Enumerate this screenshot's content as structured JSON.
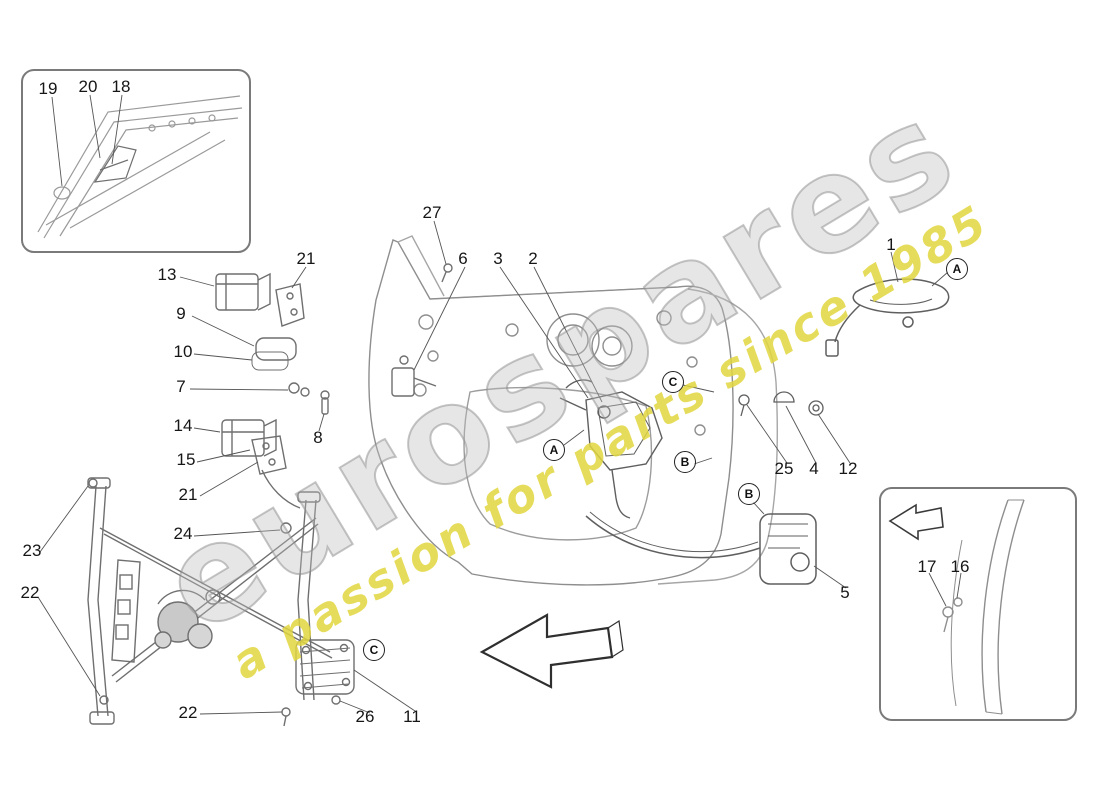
{
  "watermark": {
    "brand": "eurospares",
    "tagline": "a passion for parts since 1985",
    "brand_color": "#bebebe",
    "tagline_color": "#e2d63e"
  },
  "callouts": [
    {
      "label": "19"
    },
    {
      "label": "20"
    },
    {
      "label": "18"
    },
    {
      "label": "27"
    },
    {
      "label": "6"
    },
    {
      "label": "3"
    },
    {
      "label": "2"
    },
    {
      "label": "1"
    },
    {
      "label": "13"
    },
    {
      "label": "21"
    },
    {
      "label": "9"
    },
    {
      "label": "10"
    },
    {
      "label": "7"
    },
    {
      "label": "8"
    },
    {
      "label": "14"
    },
    {
      "label": "15"
    },
    {
      "label": "21"
    },
    {
      "label": "24"
    },
    {
      "label": "23"
    },
    {
      "label": "22"
    },
    {
      "label": "22"
    },
    {
      "label": "26"
    },
    {
      "label": "11"
    },
    {
      "label": "25"
    },
    {
      "label": "4"
    },
    {
      "label": "12"
    },
    {
      "label": "5"
    },
    {
      "label": "17"
    },
    {
      "label": "16"
    }
  ],
  "markers": [
    {
      "label": "A"
    },
    {
      "label": "A"
    },
    {
      "label": "B"
    },
    {
      "label": "C"
    },
    {
      "label": "B"
    },
    {
      "label": "C"
    }
  ]
}
